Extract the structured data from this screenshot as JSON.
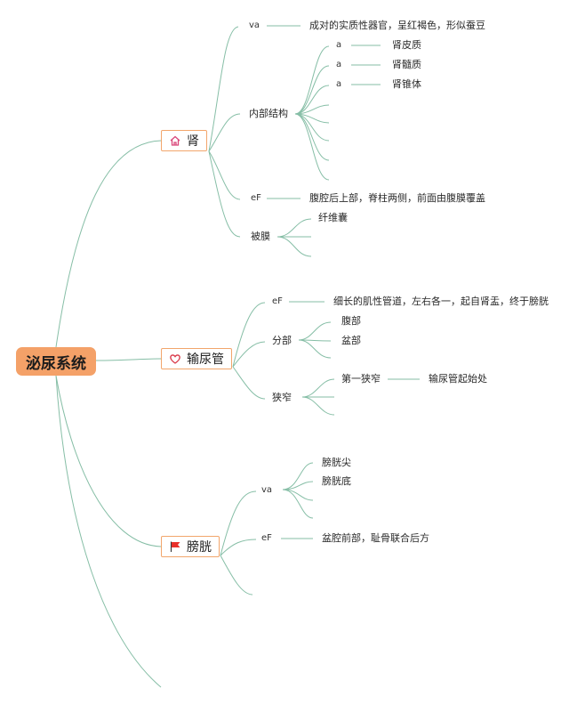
{
  "root": {
    "label": "泌尿系统"
  },
  "kidney": {
    "label": "肾",
    "icon": "home-icon",
    "va": {
      "label": "va",
      "detail": "成对的实质性器官，呈红褐色，形似蚕豆"
    },
    "internal": {
      "label": "内部结构",
      "items": [
        {
          "marker": "a",
          "text": "肾皮质"
        },
        {
          "marker": "a",
          "text": "肾髓质"
        },
        {
          "marker": "a",
          "text": "肾锥体"
        }
      ]
    },
    "ef": {
      "label": "eF",
      "detail": "腹腔后上部，脊柱两侧，前面由腹膜覆盖"
    },
    "membrane": {
      "label": "被膜",
      "items": [
        "纤维囊"
      ]
    }
  },
  "ureter": {
    "label": "输尿管",
    "icon": "heart-icon",
    "ef": {
      "label": "eF",
      "detail": "细长的肌性管道，左右各一，起自肾盂，终于膀胱"
    },
    "parts": {
      "label": "分部",
      "items": [
        "腹部",
        "盆部"
      ]
    },
    "narrow": {
      "label": "狭窄",
      "first": "第一狭窄",
      "first_detail": "输尿管起始处"
    }
  },
  "bladder": {
    "label": "膀胱",
    "icon": "flag-icon",
    "va": {
      "label": "va",
      "items": [
        "膀胱尖",
        "膀胱底"
      ]
    },
    "ef": {
      "label": "eF",
      "detail": "盆腔前部，耻骨联合后方"
    }
  }
}
